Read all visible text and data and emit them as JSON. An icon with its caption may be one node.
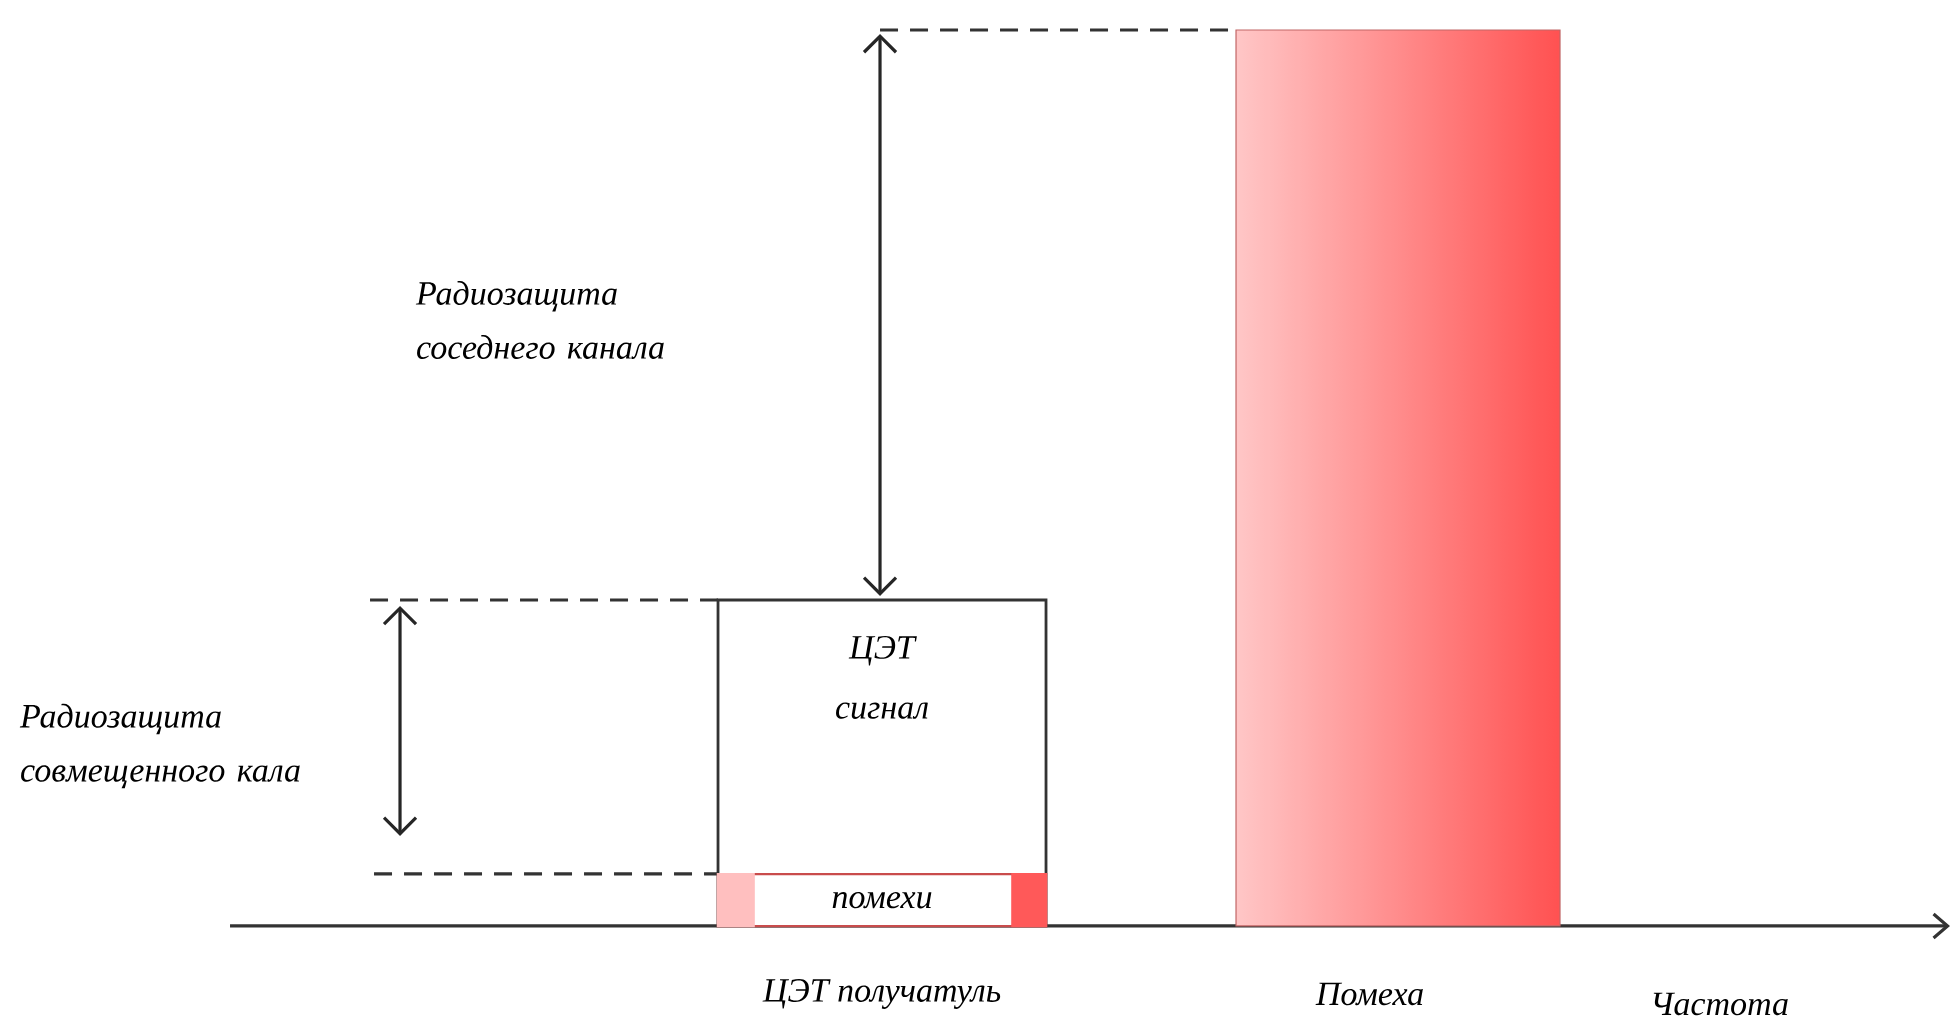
{
  "diagram": {
    "nodes": [
      {
        "text": [
          "ЦЭТ сигнал"
        ],
        "beside": [
          "ЦЭТ получатуль"
        ]
      },
      {
        "text": [
          "помехи"
        ],
        "in": 0
      },
      {
        "text": [],
        "shape": "bar",
        "beside": [
          "Помеха"
        ]
      }
    ],
    "labels": [
      "Радиозащита соседнего канала",
      "Радиозащита совмещенного кала",
      "Частота"
    ]
  }
}
